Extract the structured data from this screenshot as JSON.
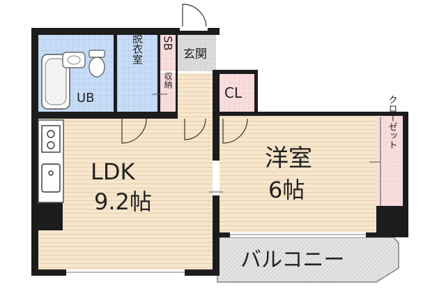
{
  "rooms": {
    "ldk": {
      "name": "LDK",
      "size": "9.2帖"
    },
    "western": {
      "name": "洋室",
      "size": "6帖"
    },
    "unit_bath": {
      "name": "UB"
    },
    "dressing": {
      "name": "脱衣室"
    },
    "shoe_box": {
      "name": "SB"
    },
    "entrance": {
      "name": "玄関"
    },
    "storage": {
      "name": "収納"
    },
    "closet_small": {
      "name": "CL"
    },
    "closet": {
      "name": "クローゼット"
    },
    "balcony": {
      "name": "バルコニー"
    }
  },
  "colors": {
    "wood_floor": "#f6e6cc",
    "wood_lines": "#e6cfae",
    "bath_tile": "#c7dcf6",
    "bath_grid": "#a9c3e6",
    "closet_pink": "#f8dede",
    "entrance_gray": "#dcdcdc",
    "wall": "#1c1c1c",
    "balcony_gray": "#cfcfcf"
  },
  "icons": [
    "bathtub-icon",
    "toilet-icon",
    "washbasin-icon",
    "stove-icon",
    "kitchen-sink-icon",
    "door-swing-icon"
  ]
}
